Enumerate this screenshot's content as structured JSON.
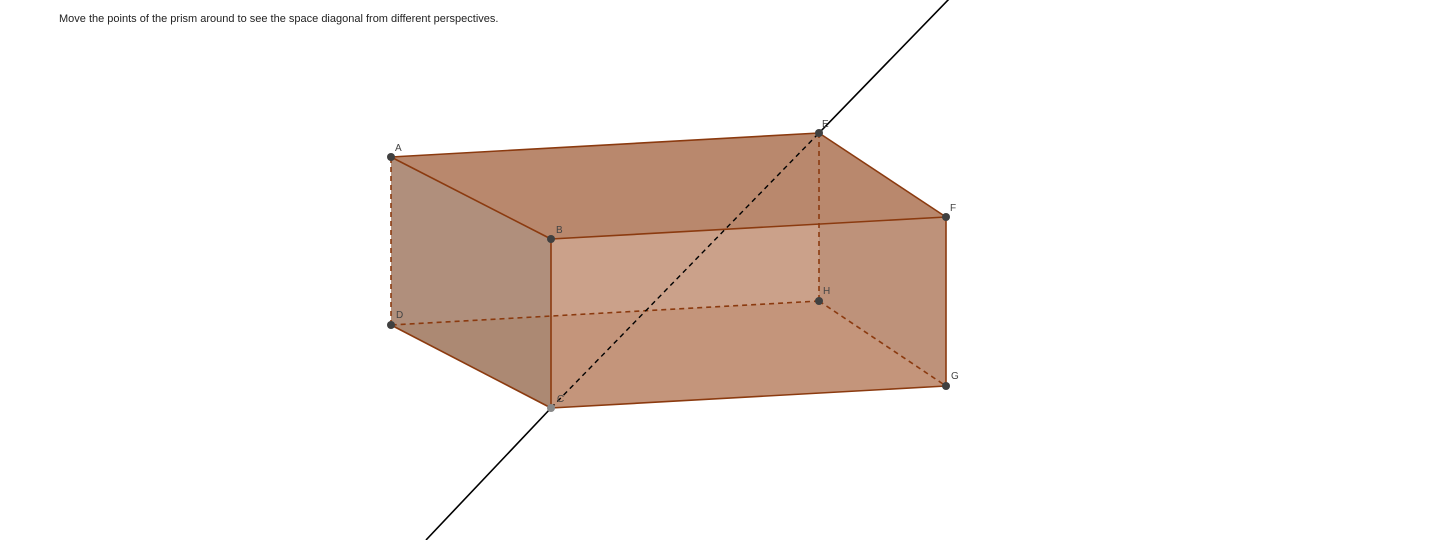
{
  "instruction": "Move the points of the prism around to see the space diagonal from different perspectives.",
  "points": [
    {
      "label": "A"
    },
    {
      "label": "B"
    },
    {
      "label": "C"
    },
    {
      "label": "D"
    },
    {
      "label": "E"
    },
    {
      "label": "F"
    },
    {
      "label": "G"
    },
    {
      "label": "H"
    }
  ],
  "colors": {
    "edge": "#8b3a0f",
    "face": "#a0522d",
    "diagonal": "#000000",
    "point": "#404040"
  }
}
